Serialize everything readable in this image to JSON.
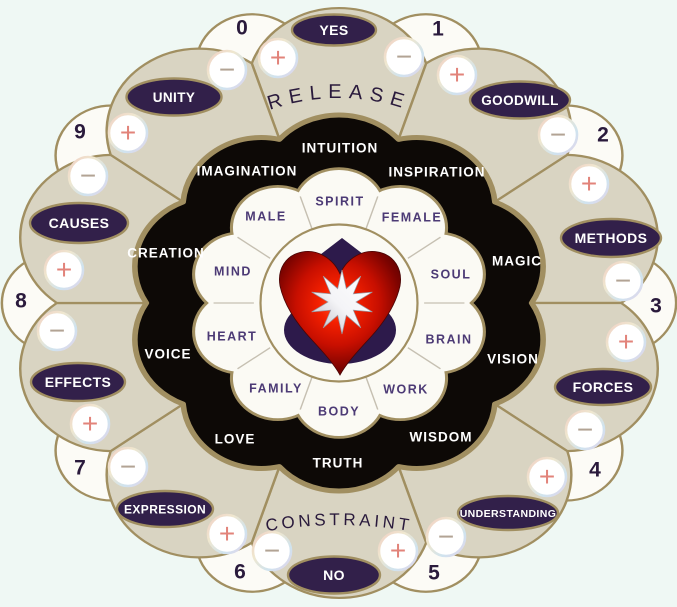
{
  "diagram": {
    "arc_top": "RELEASE",
    "arc_bottom": "CONSTRAINT",
    "outer_petals": [
      {
        "label": "YES",
        "plus": "+",
        "minus": "−"
      },
      {
        "label": "GOODWILL",
        "plus": "+",
        "minus": "−"
      },
      {
        "label": "METHODS",
        "plus": "+",
        "minus": "−"
      },
      {
        "label": "FORCES",
        "plus": "+",
        "minus": "−"
      },
      {
        "label": "UNDERSTANDING",
        "plus": "+",
        "minus": "−"
      },
      {
        "label": "NO",
        "plus": "+",
        "minus": "−"
      },
      {
        "label": "EXPRESSION",
        "plus": "+",
        "minus": "−"
      },
      {
        "label": "EFFECTS",
        "plus": "+",
        "minus": "−"
      },
      {
        "label": "CAUSES",
        "plus": "+",
        "minus": "−"
      },
      {
        "label": "UNITY",
        "plus": "+",
        "minus": "−"
      }
    ],
    "numbers": [
      "0",
      "1",
      "2",
      "3",
      "4",
      "5",
      "6",
      "7",
      "8",
      "9"
    ],
    "middle_ring_words": [
      "INTUITION",
      "INSPIRATION",
      "MAGIC",
      "VISION",
      "WISDOM",
      "TRUTH",
      "LOVE",
      "VOICE",
      "CREATION",
      "IMAGINATION"
    ],
    "inner_ring_words": [
      "SPIRIT",
      "FEMALE",
      "SOUL",
      "BRAIN",
      "WORK",
      "BODY",
      "FAMILY",
      "HEART",
      "MIND",
      "MALE"
    ],
    "center_icons": [
      "lotus-icon",
      "heart-icon",
      "starburst-icon"
    ],
    "colors": {
      "background": "#eff8f4",
      "petal_cream": "#d9d4c2",
      "border_tan": "#a18f61",
      "ring_black": "#0d0906",
      "oval_purple": "#32204a",
      "lotus_purple": "#2d1a4b",
      "heart_red": "#d41000",
      "inner_word_purple": "#4c3a75",
      "number_purple": "#2a1a3c",
      "plus_salmon": "#e2837a",
      "minus_gray": "#b2a394"
    }
  }
}
